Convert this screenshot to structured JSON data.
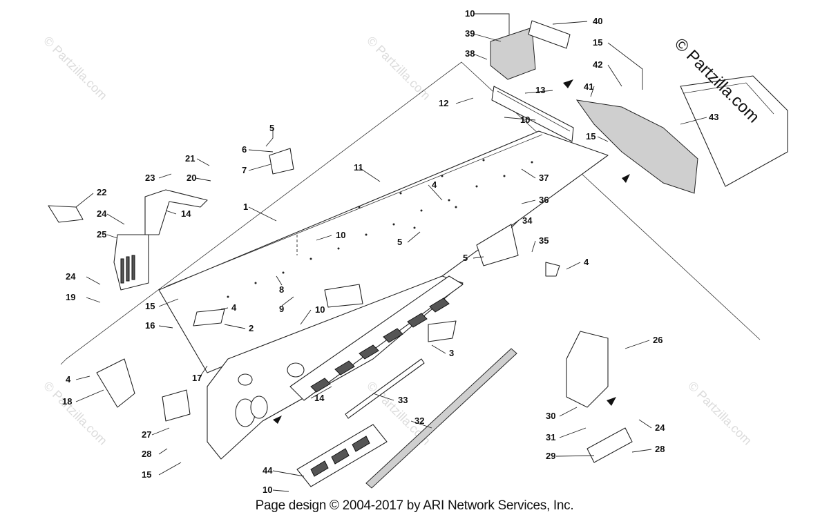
{
  "watermark": {
    "text": "© Partzilla.com",
    "brand_text": "© Partzilla.com"
  },
  "footer": {
    "text": "Page design © 2004-2017 by ARI Network Services, Inc."
  },
  "callouts": [
    "10",
    "40",
    "39",
    "38",
    "15",
    "42",
    "41",
    "13",
    "12",
    "10",
    "15",
    "43",
    "5",
    "6",
    "7",
    "21",
    "23",
    "20",
    "22",
    "14",
    "24",
    "25",
    "11",
    "4",
    "37",
    "36",
    "1",
    "10",
    "34",
    "5",
    "5",
    "35",
    "4",
    "24",
    "19",
    "8",
    "9",
    "15",
    "4",
    "10",
    "16",
    "2",
    "3",
    "17",
    "4",
    "18",
    "26",
    "27",
    "14",
    "33",
    "30",
    "31",
    "24",
    "28",
    "32",
    "29",
    "28",
    "15",
    "44",
    "10"
  ]
}
